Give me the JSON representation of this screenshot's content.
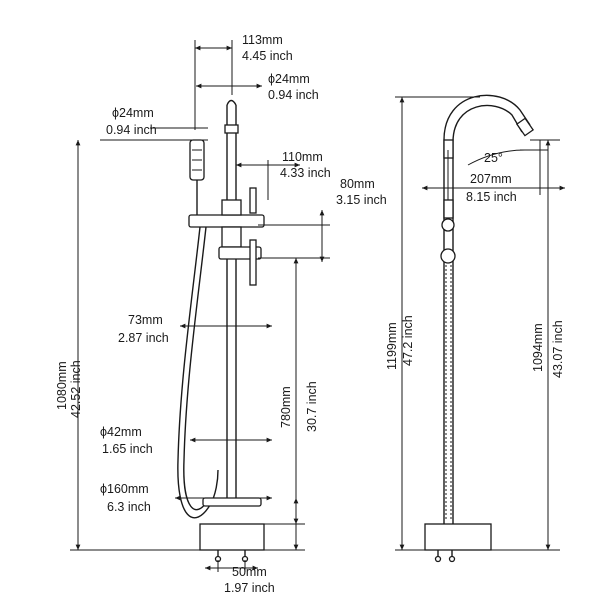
{
  "dimensions": {
    "spout_reach_left": {
      "mm": "113mm",
      "inch": "4.45 inch"
    },
    "spout_dia_top": {
      "mm": "ϕ24mm",
      "inch": "0.94 inch"
    },
    "hand_shower_dia": {
      "mm": "ϕ24mm",
      "inch": "0.94 inch"
    },
    "handle_length": {
      "mm": "110mm",
      "inch": "4.33 inch"
    },
    "handle_offset": {
      "mm": "80mm",
      "inch": "3.15 inch"
    },
    "hose_offset": {
      "mm": "73mm",
      "inch": "2.87 inch"
    },
    "pipe_dia": {
      "mm": "ϕ42mm",
      "inch": "1.65 inch"
    },
    "base_dia": {
      "mm": "ϕ160mm",
      "inch": "6.3 inch"
    },
    "leg_spacing": {
      "mm": "50mm",
      "inch": "1.97 inch"
    },
    "overall_height_left": {
      "mm": "1080mm",
      "inch": "42.52 inch"
    },
    "handle_height": {
      "mm": "780mm",
      "inch": "30.7 inch"
    },
    "spout_angle": {
      "value": "25°"
    },
    "spout_reach_side": {
      "mm": "207mm",
      "inch": "8.15 inch"
    },
    "total_height": {
      "mm": "1199mm",
      "inch": "47.2 inch"
    },
    "spout_height": {
      "mm": "1094mm",
      "inch": "43.07 inch"
    }
  }
}
